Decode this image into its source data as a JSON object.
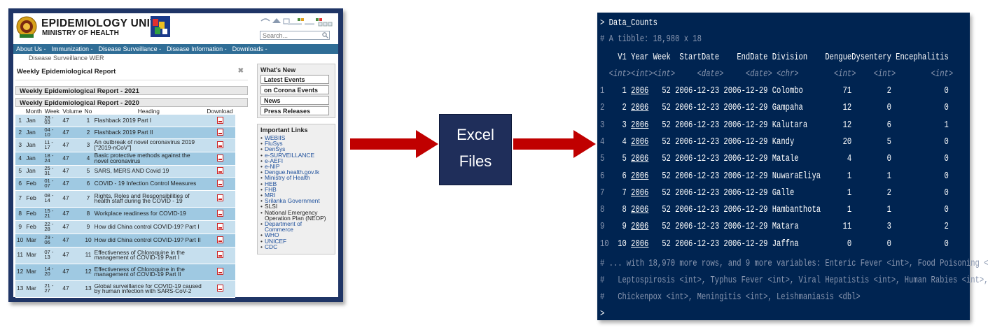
{
  "website": {
    "title": "EPIDEMIOLOGY UNIT",
    "subtitle": "MINISTRY OF HEALTH",
    "search_placeholder": "Search...",
    "nav": [
      "About Us -",
      "Immunization -",
      "Disease Surveillance -",
      "Disease Information -",
      "Downloads -"
    ],
    "breadcrumb": "Disease Surveillance  WER",
    "section_title": "Weekly Epidemiological Report",
    "accordion": [
      "Weekly Epidemiological Report - 2021",
      "Weekly Epidemiological Report - 2020"
    ],
    "table_headers": [
      "Month",
      "Week",
      "Volume",
      "No",
      "Heading",
      "Download"
    ],
    "table_rows": [
      [
        "1",
        "Jan",
        "28 - 03",
        "47",
        "1",
        "Flashback 2019 Part I"
      ],
      [
        "2",
        "Jan",
        "04 - 10",
        "47",
        "2",
        "Flashback 2019 Part II"
      ],
      [
        "3",
        "Jan",
        "11 - 17",
        "47",
        "3",
        "An outbreak of novel coronavirus 2019 [\"2019-nCoV\"]"
      ],
      [
        "4",
        "Jan",
        "18 - 24",
        "47",
        "4",
        "Basic protective methods against the novel coronavirus"
      ],
      [
        "5",
        "Jan",
        "25 - 31",
        "47",
        "5",
        "SARS, MERS AND Covid 19"
      ],
      [
        "6",
        "Feb",
        "01 - 07",
        "47",
        "6",
        "COVID - 19 Infection Control Measures"
      ],
      [
        "7",
        "Feb",
        "08 - 14",
        "47",
        "7",
        "Rights, Roles and Responsibilities of health staff during the COVID - 19"
      ],
      [
        "8",
        "Feb",
        "15 - 21",
        "47",
        "8",
        "Workplace readiness for COVID-19"
      ],
      [
        "9",
        "Feb",
        "22 - 28",
        "47",
        "9",
        "How did China control COVID-19? Part I"
      ],
      [
        "10",
        "Mar",
        "29 - 06",
        "47",
        "10",
        "How did China control COVID-19? Part II"
      ],
      [
        "11",
        "Mar",
        "07 - 13",
        "47",
        "11",
        "Effectiveness of Chloroquine in the management of COVID-19 Part I"
      ],
      [
        "12",
        "Mar",
        "14 - 20",
        "47",
        "12",
        "Effectiveness of Chloroquine in the management of COVID-19 Part II"
      ],
      [
        "13",
        "Mar",
        "21 - 27",
        "47",
        "13",
        "Global surveillance for COVID-19 caused by human infection with SARS-CoV-2"
      ]
    ],
    "whats_new_title": "What's New",
    "whats_new": [
      "Latest Events",
      "on Corona Events",
      "News",
      "Press Releases"
    ],
    "links_title": "Important Links",
    "links": [
      "WEBIIS",
      "FluSys",
      "DenSys",
      "e-SURVEILLANCE",
      "e-AEFI",
      "e-NIP",
      "Dengue.health.gov.lk",
      "Ministry of Health",
      "HEB",
      "FHB",
      "MRI",
      "Srilanka Government",
      "SLSI",
      "National Emergency Operation Plan (NEOP)",
      "Department of Commerce",
      "WHO",
      "UNICEF",
      "CDC"
    ]
  },
  "middle": {
    "line1": "Excel",
    "line2": "Files"
  },
  "console": {
    "prompt": ">",
    "command": "Data_Counts",
    "tibble_info": "# A tibble: 18,980 x 18",
    "headers": [
      "V1",
      "Year",
      "Week",
      "StartDate",
      "EndDate",
      "Division",
      "Dengue",
      "Dysentery",
      "Encephalitis"
    ],
    "types": [
      "<int>",
      "<int>",
      "<int>",
      "<date>",
      "<date>",
      "<chr>",
      "<int>",
      "<int>",
      "<int>"
    ],
    "rows": [
      [
        "1",
        "1",
        "2006",
        "52",
        "2006-12-23",
        "2006-12-29",
        "Colombo",
        "71",
        "2",
        "0"
      ],
      [
        "2",
        "2",
        "2006",
        "52",
        "2006-12-23",
        "2006-12-29",
        "Gampaha",
        "12",
        "0",
        "0"
      ],
      [
        "3",
        "3",
        "2006",
        "52",
        "2006-12-23",
        "2006-12-29",
        "Kalutara",
        "12",
        "6",
        "1"
      ],
      [
        "4",
        "4",
        "2006",
        "52",
        "2006-12-23",
        "2006-12-29",
        "Kandy",
        "20",
        "5",
        "0"
      ],
      [
        "5",
        "5",
        "2006",
        "52",
        "2006-12-23",
        "2006-12-29",
        "Matale",
        "4",
        "0",
        "0"
      ],
      [
        "6",
        "6",
        "2006",
        "52",
        "2006-12-23",
        "2006-12-29",
        "NuwaraEliya",
        "1",
        "1",
        "0"
      ],
      [
        "7",
        "7",
        "2006",
        "52",
        "2006-12-23",
        "2006-12-29",
        "Galle",
        "1",
        "2",
        "0"
      ],
      [
        "8",
        "8",
        "2006",
        "52",
        "2006-12-23",
        "2006-12-29",
        "Hambanthota",
        "1",
        "1",
        "0"
      ],
      [
        "9",
        "9",
        "2006",
        "52",
        "2006-12-23",
        "2006-12-29",
        "Matara",
        "11",
        "3",
        "2"
      ],
      [
        "10",
        "10",
        "2006",
        "52",
        "2006-12-23",
        "2006-12-29",
        "Jaffna",
        "0",
        "0",
        "0"
      ]
    ],
    "footer": [
      "# ... with 18,970 more rows, and 9 more variables: Enteric Fever <int>, Food Poisoning <",
      "#   Leptospirosis <int>, Typhus Fever <int>, Viral Hepatistis <int>, Human Rabies <int>,",
      "#   Chickenpox <int>, Meningitis <int>, Leishmaniasis <dbl>"
    ]
  },
  "colors": {
    "arrow": "#c00000",
    "box": "#1f2e5a",
    "console_bg": "#002451",
    "frame": "#1f3566"
  }
}
